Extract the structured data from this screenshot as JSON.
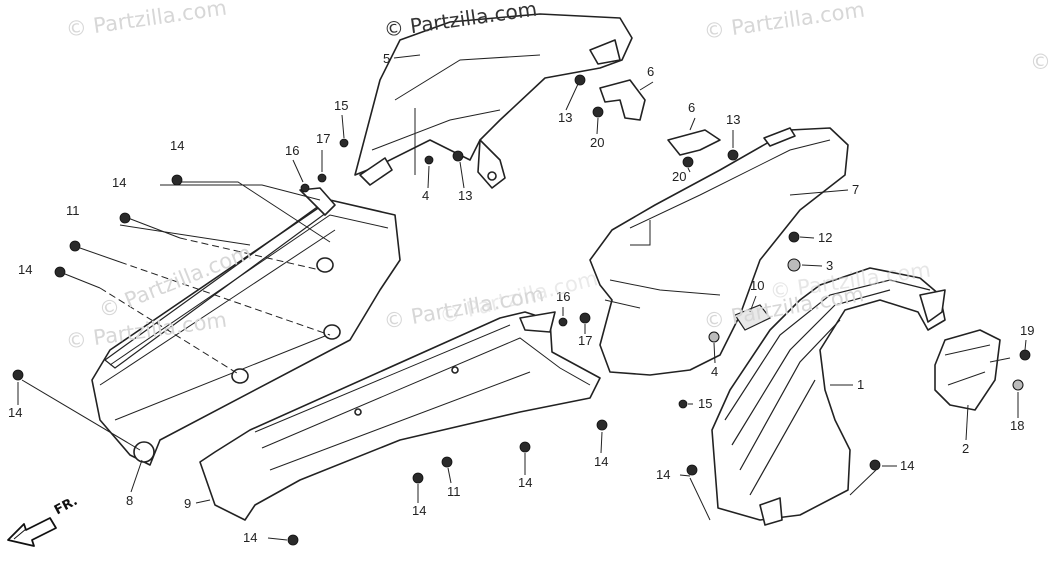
{
  "watermarks": [
    {
      "id": "wm-1",
      "text": "© Partzilla.com"
    },
    {
      "id": "wm-2",
      "text": "© Partzilla.com"
    },
    {
      "id": "wm-3",
      "text": "© Partzilla.com"
    },
    {
      "id": "wm-4",
      "text": "© Partzilla.com"
    },
    {
      "id": "wm-5",
      "text": "©"
    },
    {
      "id": "wm-6",
      "text": "© Partzilla.com"
    },
    {
      "id": "wm-7",
      "text": "© Partzilla.com"
    },
    {
      "id": "wm-8",
      "text": "© Partzilla.com"
    },
    {
      "id": "wm-9",
      "text": "© Partzilla.com"
    },
    {
      "id": "wm-10",
      "text": "© Partzilla.com"
    }
  ],
  "callouts": [
    "5",
    "6",
    "15",
    "13",
    "20",
    "6",
    "13",
    "17",
    "16",
    "14",
    "4",
    "13",
    "20",
    "7",
    "14",
    "11",
    "12",
    "3",
    "14",
    "10",
    "16",
    "17",
    "19",
    "4",
    "1",
    "15",
    "14",
    "18",
    "2",
    "14",
    "14",
    "8",
    "11",
    "14",
    "14",
    "9",
    "14",
    "14"
  ],
  "direction_label": "FR."
}
